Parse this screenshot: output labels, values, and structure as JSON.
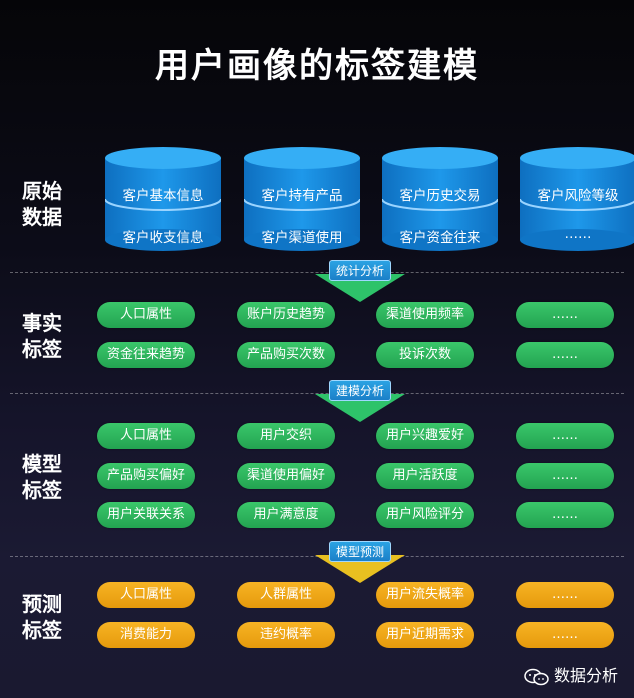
{
  "title": "用户画像的标签建模",
  "rows": {
    "raw": "原始\n数据",
    "fact": "事实\n标签",
    "model": "模型\n标签",
    "predict": "预测\n标签"
  },
  "databases": [
    {
      "top": "客户基本信息",
      "bottom": "客户收支信息"
    },
    {
      "top": "客户持有产品",
      "bottom": "客户渠道使用"
    },
    {
      "top": "客户历史交易",
      "bottom": "客户资金往来"
    },
    {
      "top": "客户风险等级",
      "bottom": "……"
    }
  ],
  "arrows": [
    "统计分析",
    "建模分析",
    "模型预测"
  ],
  "fact_tags": [
    [
      "人口属性",
      "资金往来趋势"
    ],
    [
      "账户历史趋势",
      "产品购买次数"
    ],
    [
      "渠道使用频率",
      "投诉次数"
    ],
    [
      "……",
      "……"
    ]
  ],
  "model_tags": [
    [
      "人口属性",
      "产品购买偏好",
      "用户关联关系"
    ],
    [
      "用户交织",
      "渠道使用偏好",
      "用户满意度"
    ],
    [
      "用户兴趣爱好",
      "用户活跃度",
      "用户风险评分"
    ],
    [
      "……",
      "……",
      "……"
    ]
  ],
  "predict_tags": [
    [
      "人口属性",
      "消费能力"
    ],
    [
      "人群属性",
      "违约概率"
    ],
    [
      "用户流失概率",
      "用户近期需求"
    ],
    [
      "……",
      "……"
    ]
  ],
  "watermark": "数据分析",
  "colors": {
    "db": "#1a8fe0",
    "green": "#2db85e",
    "orange": "#f0a817",
    "arrow": "#2ec36a"
  }
}
